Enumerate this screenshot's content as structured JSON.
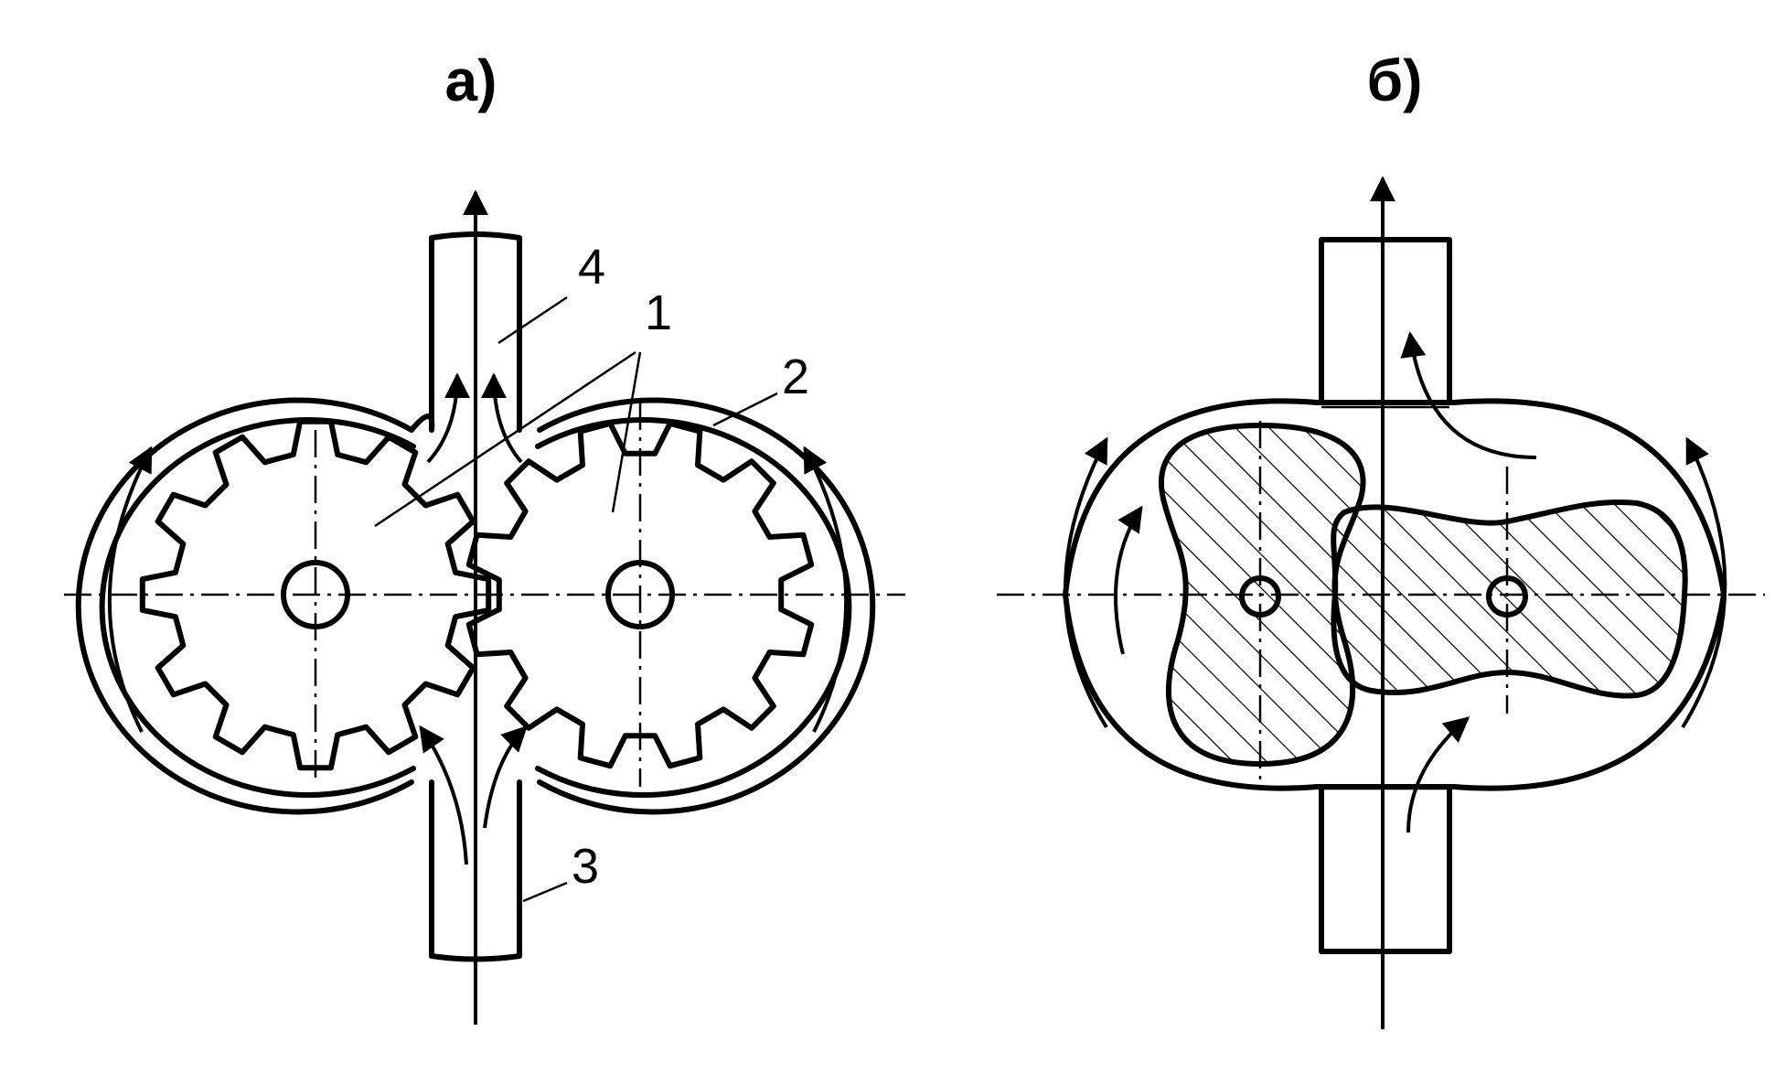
{
  "panels": {
    "a": {
      "title": "a)"
    },
    "b": {
      "title": "б)"
    }
  },
  "callouts": {
    "rotors": "1",
    "housing": "2",
    "inlet": "3",
    "outlet": "4"
  }
}
